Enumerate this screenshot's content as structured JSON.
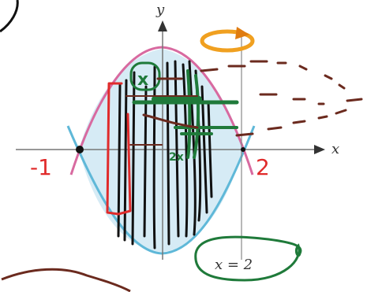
{
  "axes": {
    "x_label": "x",
    "y_label": "y"
  },
  "annotations": {
    "left_intercept": "-1",
    "right_intercept": "2",
    "strip_label_top": "x",
    "strip_label_mid": "2x",
    "rotation_axis": "x = 2"
  },
  "colors": {
    "upper_curve": "#d86aa0",
    "lower_curve": "#5fb8d8",
    "region_fill": "#cfe8f3",
    "rotation_arrow": "#f0a020",
    "ink_black": "#111111",
    "ink_green": "#1f7a3a",
    "ink_red": "#e02b2b",
    "ink_brown": "#6b2a1e"
  },
  "icons": {
    "rotation": "circular-rotation-arrow-icon"
  }
}
